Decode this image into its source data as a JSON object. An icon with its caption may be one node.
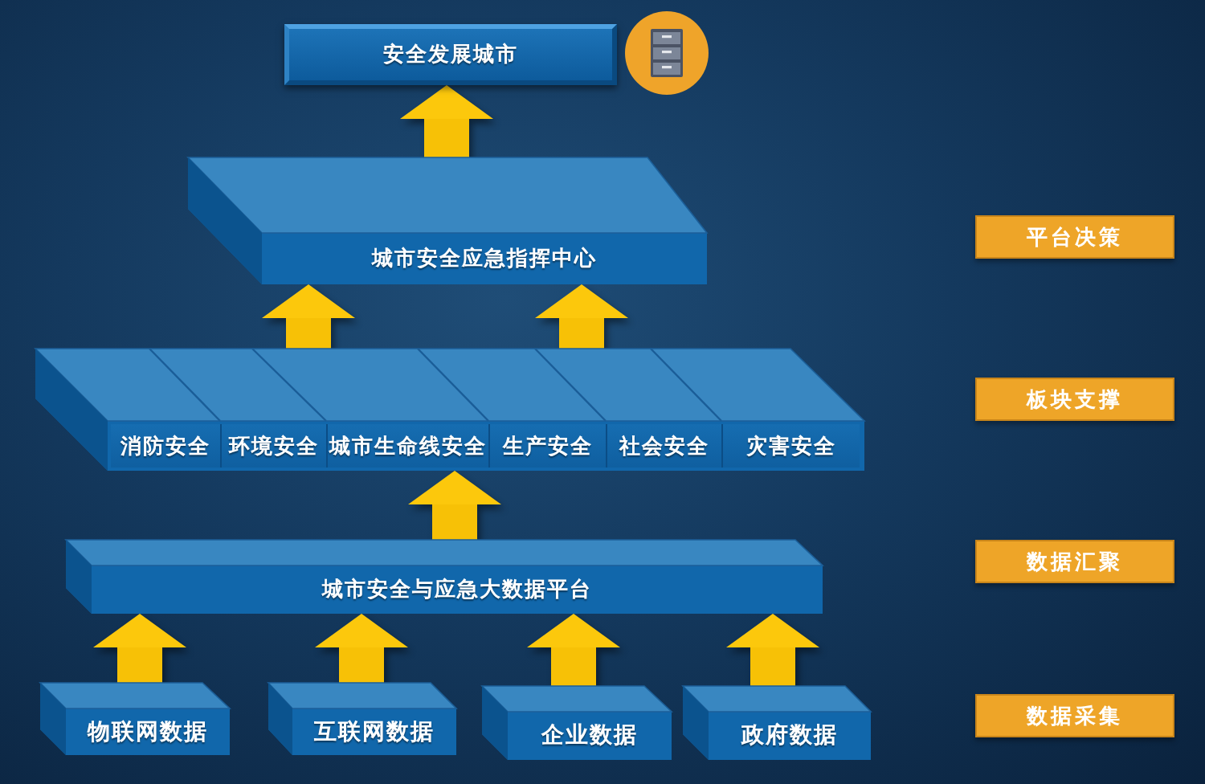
{
  "diagram": {
    "nodes": [
      {
        "text": [
          "安全发展城市"
        ]
      },
      {
        "text": [
          "城市安全应急指挥中心"
        ]
      },
      {
        "text": [
          "平台决策"
        ]
      },
      {
        "text": [],
        "shape": "box"
      },
      {
        "text": [
          "消防安全"
        ],
        "in": 3
      },
      {
        "text": [
          "环境安全"
        ],
        "in": 3
      },
      {
        "text": [
          "城市生命线安全"
        ],
        "in": 3
      },
      {
        "text": [
          "生产安全"
        ],
        "in": 3
      },
      {
        "text": [
          "社会安全"
        ],
        "in": 3
      },
      {
        "text": [
          "灾害安全"
        ],
        "in": 3
      },
      {
        "text": [
          "板块支撑"
        ]
      },
      {
        "text": [
          "城市安全与应急大数据平台"
        ]
      },
      {
        "text": [
          "数据汇聚"
        ]
      },
      {
        "text": [
          "物联网数据"
        ]
      },
      {
        "text": [
          "互联网数据"
        ]
      },
      {
        "text": [
          "企业数据"
        ]
      },
      {
        "text": [
          "政府数据"
        ]
      },
      {
        "text": [
          "数据采集"
        ]
      }
    ],
    "edges": [
      {
        "from": 1,
        "to": 0,
        "arrow": "to"
      },
      {
        "from": 3,
        "to": 1,
        "arrow": "to"
      },
      {
        "from": 3,
        "to": 1,
        "arrow": "to"
      },
      {
        "from": 11,
        "to": 3,
        "arrow": "to"
      },
      {
        "from": 13,
        "to": 11,
        "arrow": "to"
      },
      {
        "from": 14,
        "to": 11,
        "arrow": "to"
      },
      {
        "from": 15,
        "to": 11,
        "arrow": "to"
      },
      {
        "from": 16,
        "to": 11,
        "arrow": "to"
      }
    ]
  }
}
